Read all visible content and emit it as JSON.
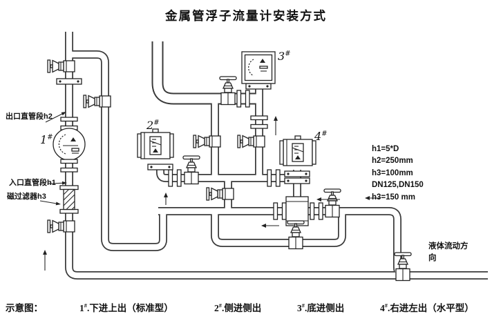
{
  "title": "金属管浮子流量计安装方式",
  "labels": {
    "outlet": "出口直管段h2",
    "inlet": "入口直管段h1",
    "filter": "磁过滤器h3",
    "flow_dir_1": "液体流动方",
    "flow_dir_2": "向"
  },
  "meters": {
    "m1": {
      "num": "1",
      "hash": "#"
    },
    "m2": {
      "num": "2",
      "hash": "#"
    },
    "m3": {
      "num": "3",
      "hash": "#"
    },
    "m4": {
      "num": "4",
      "hash": "#"
    }
  },
  "specs": {
    "l1": "h1=5*D",
    "l2": "h2=250mm",
    "l3": "h3=100mm",
    "l4": "DN125,DN150",
    "l5": "h3=150 mm"
  },
  "caption": {
    "prefix": "示意图：",
    "item1": {
      "num": "1",
      "hash": "#",
      "text": ".下进上出（标准型）"
    },
    "item2": {
      "num": "2",
      "hash": "#",
      "text": ".侧进侧出"
    },
    "item3": {
      "num": "3",
      "hash": "#",
      "text": ".底进侧出"
    },
    "item4": {
      "num": "4",
      "hash": "#",
      "text": ".右进左出（水平型）"
    }
  }
}
